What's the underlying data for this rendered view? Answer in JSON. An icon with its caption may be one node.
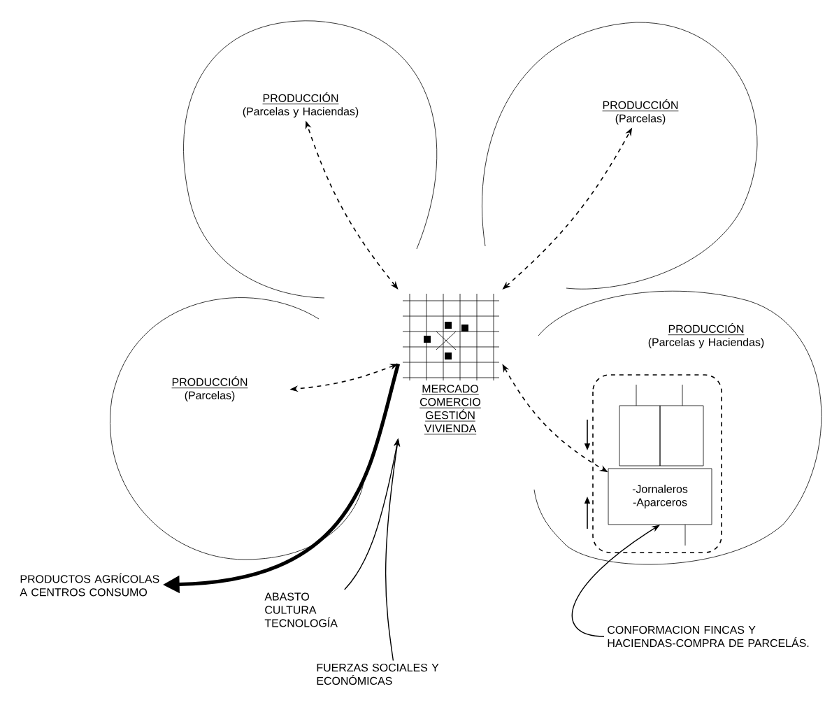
{
  "diagram": {
    "nodes": [
      {
        "text": [
          "PRODUCCIÓN",
          "(Parcelas y Haciendas)"
        ]
      },
      {
        "text": [
          "PRODUCCIÓN",
          "(Parcelas)"
        ]
      },
      {
        "text": [
          "PRODUCCIÓN",
          "(Parcelas)"
        ]
      },
      {
        "text": [
          "PRODUCCIÓN",
          "(Parcelas y Haciendas)"
        ]
      },
      {
        "text": [
          "-Jornaleros -Aparceros"
        ]
      },
      {
        "text": [
          "MERCADO",
          "COMERCIO",
          "GESTIÓN",
          "VIVIENDA"
        ]
      },
      {
        "text": [
          "PRODUCTOS AGRÍCOLAS A CENTROS CONSUMO"
        ]
      },
      {
        "text": [
          "ABASTO CULTURA TECNOLOGÍA"
        ]
      },
      {
        "text": [
          "FUERZAS SOCIALES Y ECONÓMICAS"
        ]
      },
      {
        "text": [
          "CONFORMACION FINCAS Y HACIENDAS-COMPRA DE PARCELÁS."
        ]
      }
    ],
    "edges": [
      {
        "from": 5,
        "to": 0,
        "arrow": "both",
        "style": "dashed"
      },
      {
        "from": 5,
        "to": 1,
        "arrow": "both",
        "style": "dashed"
      },
      {
        "from": 5,
        "to": 2,
        "arrow": "both",
        "style": "dashed"
      },
      {
        "from": 5,
        "to": 4,
        "arrow": "both",
        "style": "dashed"
      },
      {
        "from": 5,
        "to": 6,
        "arrow": "to",
        "style": "thick"
      },
      {
        "from": 7,
        "to": 5,
        "arrow": "to"
      },
      {
        "from": 8,
        "to": 5,
        "arrow": "to"
      },
      {
        "from": 9,
        "to": 4,
        "arrow": "to"
      }
    ]
  }
}
